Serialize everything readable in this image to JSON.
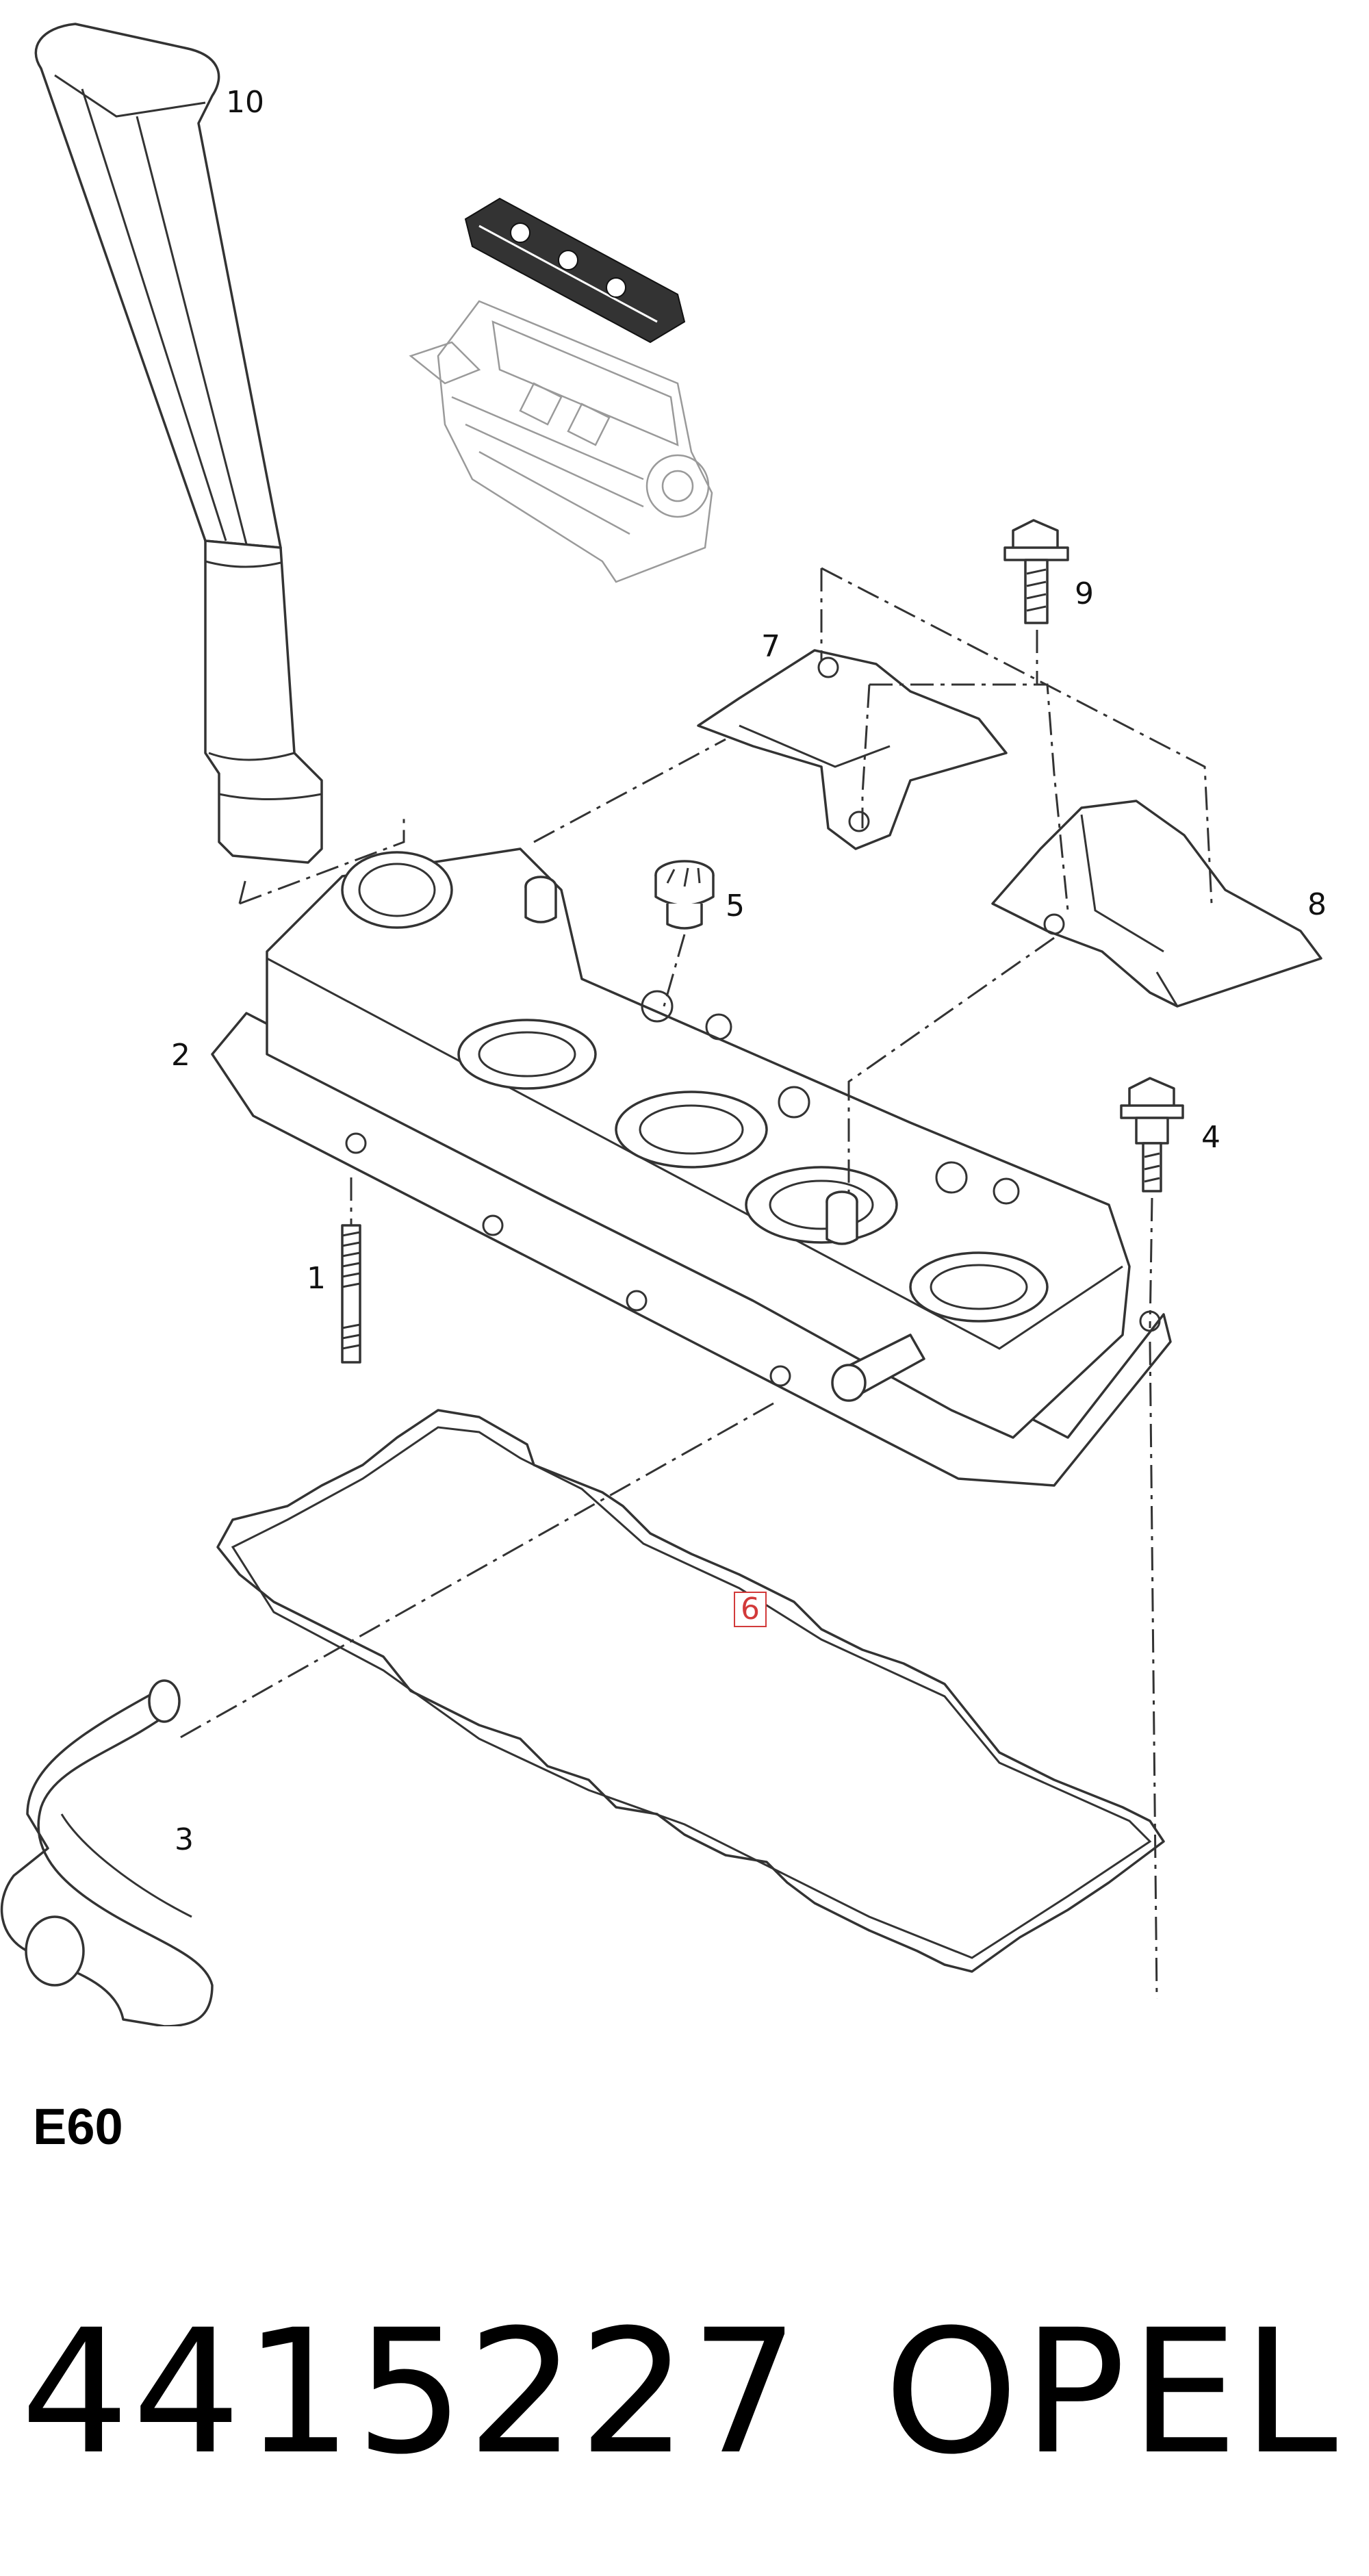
{
  "section_code": "E60",
  "part_number": "4415227",
  "brand": "OPEL",
  "callouts": {
    "p1": "1",
    "p2": "2",
    "p3": "3",
    "p4": "4",
    "p5": "5",
    "p6": "6",
    "p7": "7",
    "p8": "8",
    "p9": "9",
    "p10": "10"
  },
  "highlighted_callout": "6",
  "colors": {
    "line": "#333333",
    "highlight": "#d23a3a",
    "engine_ghost": "#9a9a9a"
  }
}
